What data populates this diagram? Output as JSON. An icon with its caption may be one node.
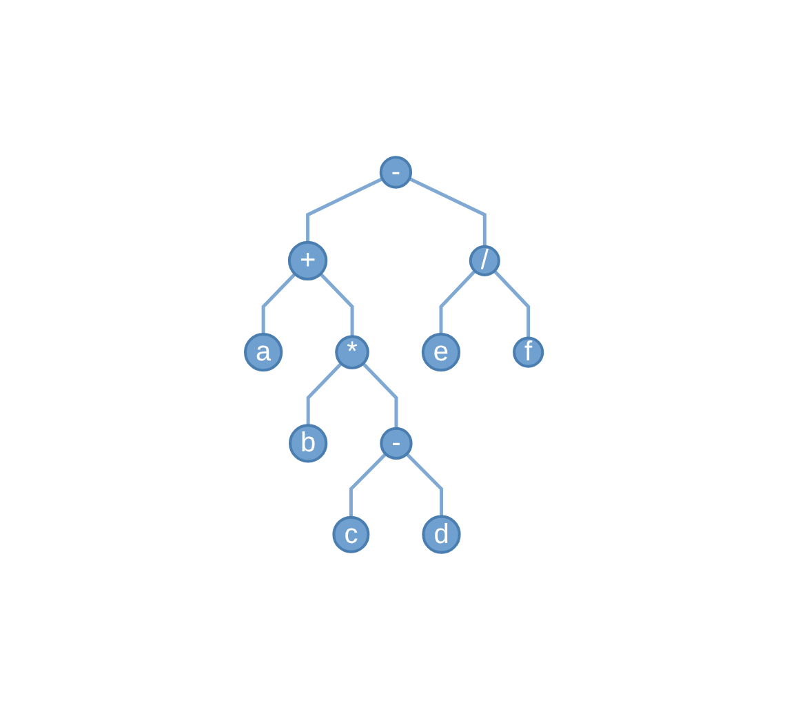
{
  "diagram": {
    "nodes": [
      {
        "text": [
          "-"
        ]
      },
      {
        "text": [
          "+"
        ]
      },
      {
        "text": [
          "/"
        ]
      },
      {
        "text": [
          "a"
        ]
      },
      {
        "text": [
          "*"
        ]
      },
      {
        "text": [
          "e"
        ]
      },
      {
        "text": [
          "f"
        ]
      },
      {
        "text": [
          "b"
        ]
      },
      {
        "text": [
          "-"
        ]
      },
      {
        "text": [
          "c"
        ]
      },
      {
        "text": [
          "d"
        ]
      }
    ],
    "edges": [
      {
        "from": 0,
        "to": 1,
        "arrow": "none"
      },
      {
        "from": 0,
        "to": 2,
        "arrow": "none"
      },
      {
        "from": 1,
        "to": 3,
        "arrow": "none"
      },
      {
        "from": 1,
        "to": 4,
        "arrow": "none"
      },
      {
        "from": 2,
        "to": 5,
        "arrow": "none"
      },
      {
        "from": 2,
        "to": 6,
        "arrow": "none"
      },
      {
        "from": 4,
        "to": 7,
        "arrow": "none"
      },
      {
        "from": 4,
        "to": 8,
        "arrow": "none"
      },
      {
        "from": 8,
        "to": 9,
        "arrow": "none"
      },
      {
        "from": 8,
        "to": 10,
        "arrow": "none"
      }
    ]
  }
}
